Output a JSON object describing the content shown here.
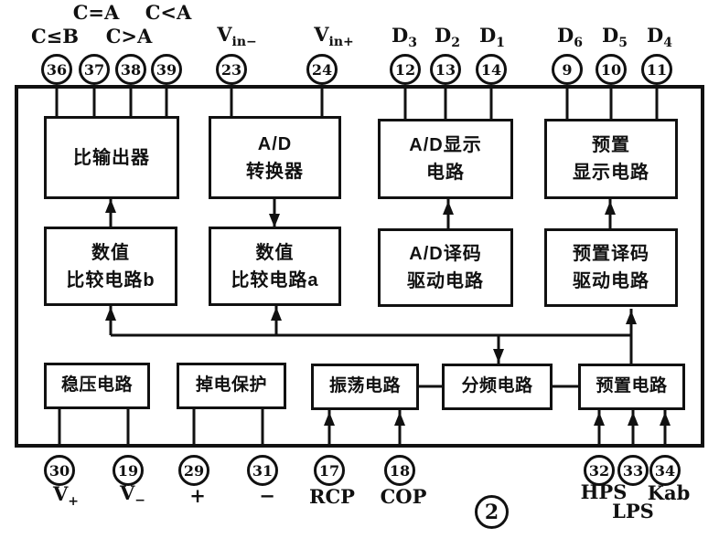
{
  "figure": {
    "number": "2"
  },
  "colors": {
    "line": "#111111",
    "background": "#ffffff"
  },
  "blocks": {
    "comp_out": {
      "line1": "比输出器"
    },
    "ad_conv": {
      "line1": "A/D",
      "line2": "转换器"
    },
    "ad_disp": {
      "line1": "A/D显示",
      "line2": "电路"
    },
    "preset_disp": {
      "line1": "预置",
      "line2": "显示电路"
    },
    "num_comp_b": {
      "line1": "数值",
      "line2": "比较电路b"
    },
    "num_comp_a": {
      "line1": "数值",
      "line2": "比较电路a"
    },
    "ad_decode": {
      "line1": "A/D译码",
      "line2": "驱动电路"
    },
    "preset_decode": {
      "line1": "预置译码",
      "line2": "驱动电路"
    },
    "vreg": {
      "line1": "稳压电路"
    },
    "pwr_protect": {
      "line1": "掉电保护"
    },
    "osc": {
      "line1": "振荡电路"
    },
    "freq_div": {
      "line1": "分频电路"
    },
    "preset": {
      "line1": "预置电路"
    }
  },
  "pins": {
    "top": [
      {
        "num": "36",
        "label": {
          "text": "C≤B"
        }
      },
      {
        "num": "37",
        "label": {
          "text": "C=A"
        }
      },
      {
        "num": "38",
        "label": {
          "text": "C>A"
        }
      },
      {
        "num": "39",
        "label": {
          "text": "C<A"
        }
      },
      {
        "num": "23",
        "label": {
          "base": "V",
          "sub": "in−"
        }
      },
      {
        "num": "24",
        "label": {
          "base": "V",
          "sub": "in+"
        }
      },
      {
        "num": "12",
        "label": {
          "base": "D",
          "sub": "3"
        }
      },
      {
        "num": "13",
        "label": {
          "base": "D",
          "sub": "2"
        }
      },
      {
        "num": "14",
        "label": {
          "base": "D",
          "sub": "1"
        }
      },
      {
        "num": "9",
        "label": {
          "base": "D",
          "sub": "6"
        }
      },
      {
        "num": "10",
        "label": {
          "base": "D",
          "sub": "5"
        }
      },
      {
        "num": "11",
        "label": {
          "base": "D",
          "sub": "4"
        }
      }
    ],
    "bottom": [
      {
        "num": "30",
        "label": {
          "base": "V",
          "sub": "+"
        }
      },
      {
        "num": "19",
        "label": {
          "base": "V",
          "sub": "−"
        }
      },
      {
        "num": "29",
        "label": {
          "text": "+"
        }
      },
      {
        "num": "31",
        "label": {
          "text": "−"
        }
      },
      {
        "num": "17",
        "label": {
          "text": "RCP"
        }
      },
      {
        "num": "18",
        "label": {
          "text": "COP"
        }
      },
      {
        "num": "32",
        "label": {
          "text": "HPS"
        }
      },
      {
        "num": "33",
        "label": {
          "text": "LPS"
        }
      },
      {
        "num": "34",
        "label": {
          "text": "Kab"
        }
      }
    ]
  },
  "connections": [
    {
      "from": "num_comp_b",
      "to": "comp_out",
      "arrow": "up"
    },
    {
      "from": "ad_conv",
      "to": "num_comp_a",
      "arrow": "down"
    },
    {
      "from": "ad_decode",
      "to": "ad_disp",
      "arrow": "up"
    },
    {
      "from": "preset_decode",
      "to": "preset_disp",
      "arrow": "up"
    },
    {
      "from": "bus",
      "to": "num_comp_b",
      "arrow": "up"
    },
    {
      "from": "bus",
      "to": "num_comp_a",
      "arrow": "up"
    },
    {
      "from": "bus",
      "to": "freq_div",
      "arrow": "down"
    },
    {
      "from": "preset",
      "to": "preset_decode",
      "arrow": "up"
    },
    {
      "from": "osc",
      "to": "freq_div",
      "arrow": "none"
    },
    {
      "from": "freq_div",
      "to": "preset",
      "arrow": "none"
    }
  ]
}
